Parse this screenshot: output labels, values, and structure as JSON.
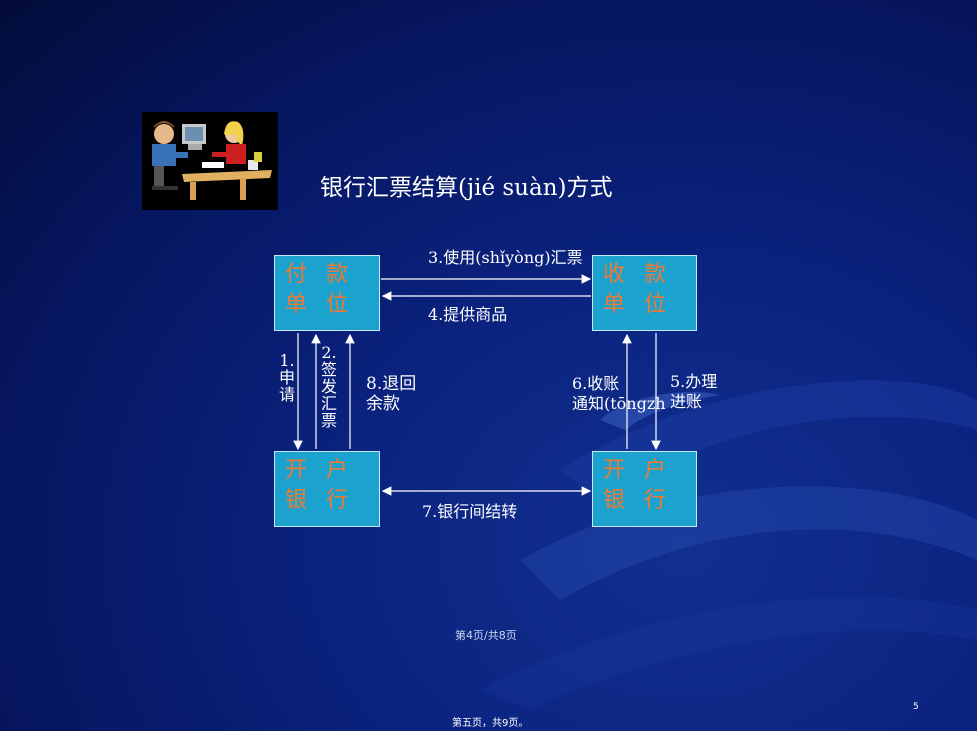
{
  "title": "银行汇票结算(jié suàn)方式",
  "boxes": {
    "payer": {
      "line1": "付 款",
      "line2": "单 位"
    },
    "payee": {
      "line1": "收 款",
      "line2": "单 位"
    },
    "payer_bank": {
      "line1": "开 户",
      "line2": "银 行"
    },
    "payee_bank": {
      "line1": "开 户",
      "line2": "银 行"
    }
  },
  "edges": {
    "use_draft": "3.使用(shǐyòng)汇票",
    "provide_goods": "4.提供商品",
    "apply": "1.申请",
    "issue_draft": "2.签发汇票",
    "refund": {
      "line1": "8.退回",
      "line2": "余款"
    },
    "receive_notice": {
      "line1": "6.收账",
      "line2": "通知(tōngzh"
    },
    "process": {
      "line1": "5.办理",
      "line2": "进账"
    },
    "interbank": "7.银行间结转"
  },
  "footer": {
    "page_info": "第4页/共8页",
    "slide_number": "5",
    "page_info_bottom": "第五页，共9页。"
  },
  "colors": {
    "box_fill": "#1ca2cf",
    "box_text": "#f07a30",
    "background": "#0b2380"
  }
}
